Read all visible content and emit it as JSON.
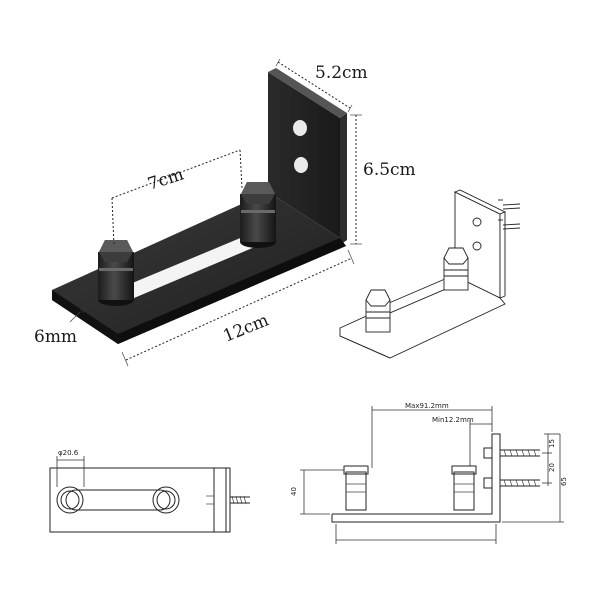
{
  "photo": {
    "dimensions": {
      "depth": "5.2cm",
      "height": "6.5cm",
      "gap": "7cm",
      "length": "12cm",
      "thickness": "6mm"
    }
  },
  "top_view": {
    "diameter_label": "φ20.6"
  },
  "side_view": {
    "max_label": "Max91.2mm",
    "min_label": "Min12.2mm",
    "height_label": "40",
    "hole_spacing": "20",
    "top_offset": "15",
    "total_height": "65"
  }
}
